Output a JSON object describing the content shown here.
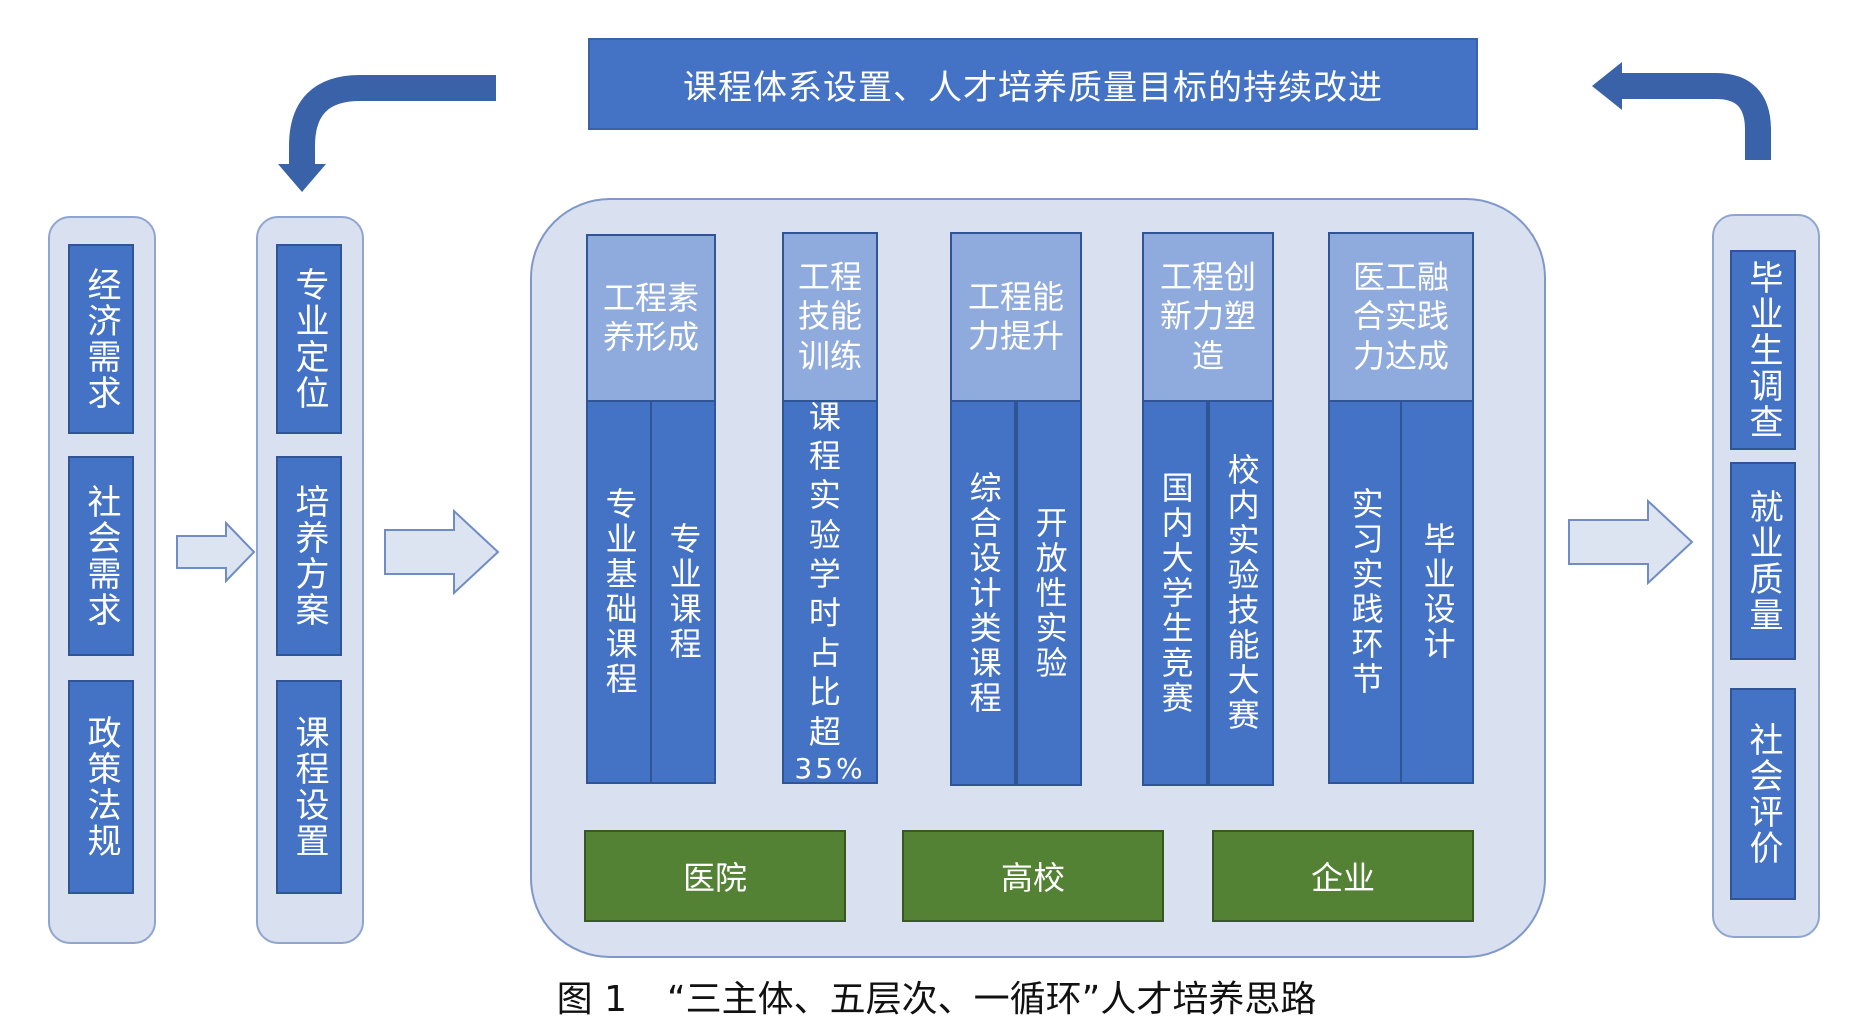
{
  "top_banner": "课程体系设置、人才培养质量目标的持续改进",
  "left_panel_1": [
    "经济需求",
    "社会需求",
    "政策法规"
  ],
  "left_panel_2": [
    "专业定位",
    "培养方案",
    "课程设置"
  ],
  "columns": [
    {
      "header": [
        "工程素",
        "养形成"
      ],
      "items": [
        "专业基础课程",
        "专业课程"
      ]
    },
    {
      "header": [
        "工程",
        "技能",
        "训练"
      ],
      "items": [
        "课程实验学时占比超"
      ],
      "percent": "35%"
    },
    {
      "header": [
        "工程能",
        "力提升"
      ],
      "items": [
        "综合设计类课程",
        "开放性实验"
      ]
    },
    {
      "header": [
        "工程创",
        "新力塑",
        "造"
      ],
      "items": [
        "国内大学生竞赛",
        "校内实验技能大赛"
      ]
    },
    {
      "header": [
        "医工融",
        "合实践",
        "力达成"
      ],
      "items": [
        "实习实践环节",
        "毕业设计"
      ]
    }
  ],
  "partners": [
    "医院",
    "高校",
    "企业"
  ],
  "right_panel": [
    "毕业生调查",
    "就业质量",
    "社会评价"
  ],
  "caption": {
    "number": "图 1",
    "text": "“三主体、五层次、一循环”人才培养思路"
  },
  "colors": {
    "dark_blue": "#4472c4",
    "header_blue": "#8faadc",
    "panel_bg": "#d9e1f1",
    "green": "#548235"
  }
}
